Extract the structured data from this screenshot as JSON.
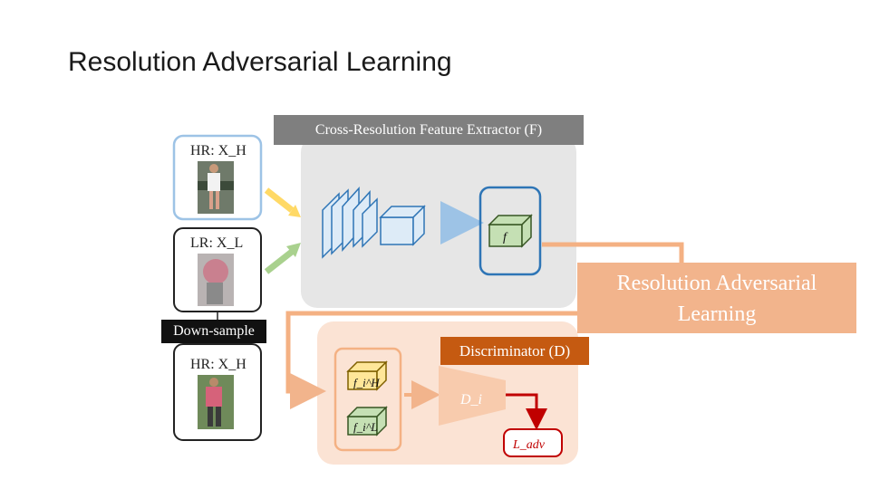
{
  "title": "Resolution Adversarial Learning",
  "extractor": {
    "label": "Cross-Resolution Feature Extractor (F)",
    "feature_symbol": "f"
  },
  "inputs": {
    "hr_top_label": "HR: X_H",
    "lr_label": "LR: X_L",
    "hr_bottom_label": "HR: X_H"
  },
  "downsample_label": "Down-sample",
  "adversarial_box": {
    "line1": "Resolution Adversarial",
    "line2": "Learning"
  },
  "discriminator": {
    "label": "Discriminator (D)",
    "net_symbol": "D_i",
    "feature_high": "f_i^H",
    "feature_low": "f_i^L",
    "loss_symbol": "L_adv"
  }
}
